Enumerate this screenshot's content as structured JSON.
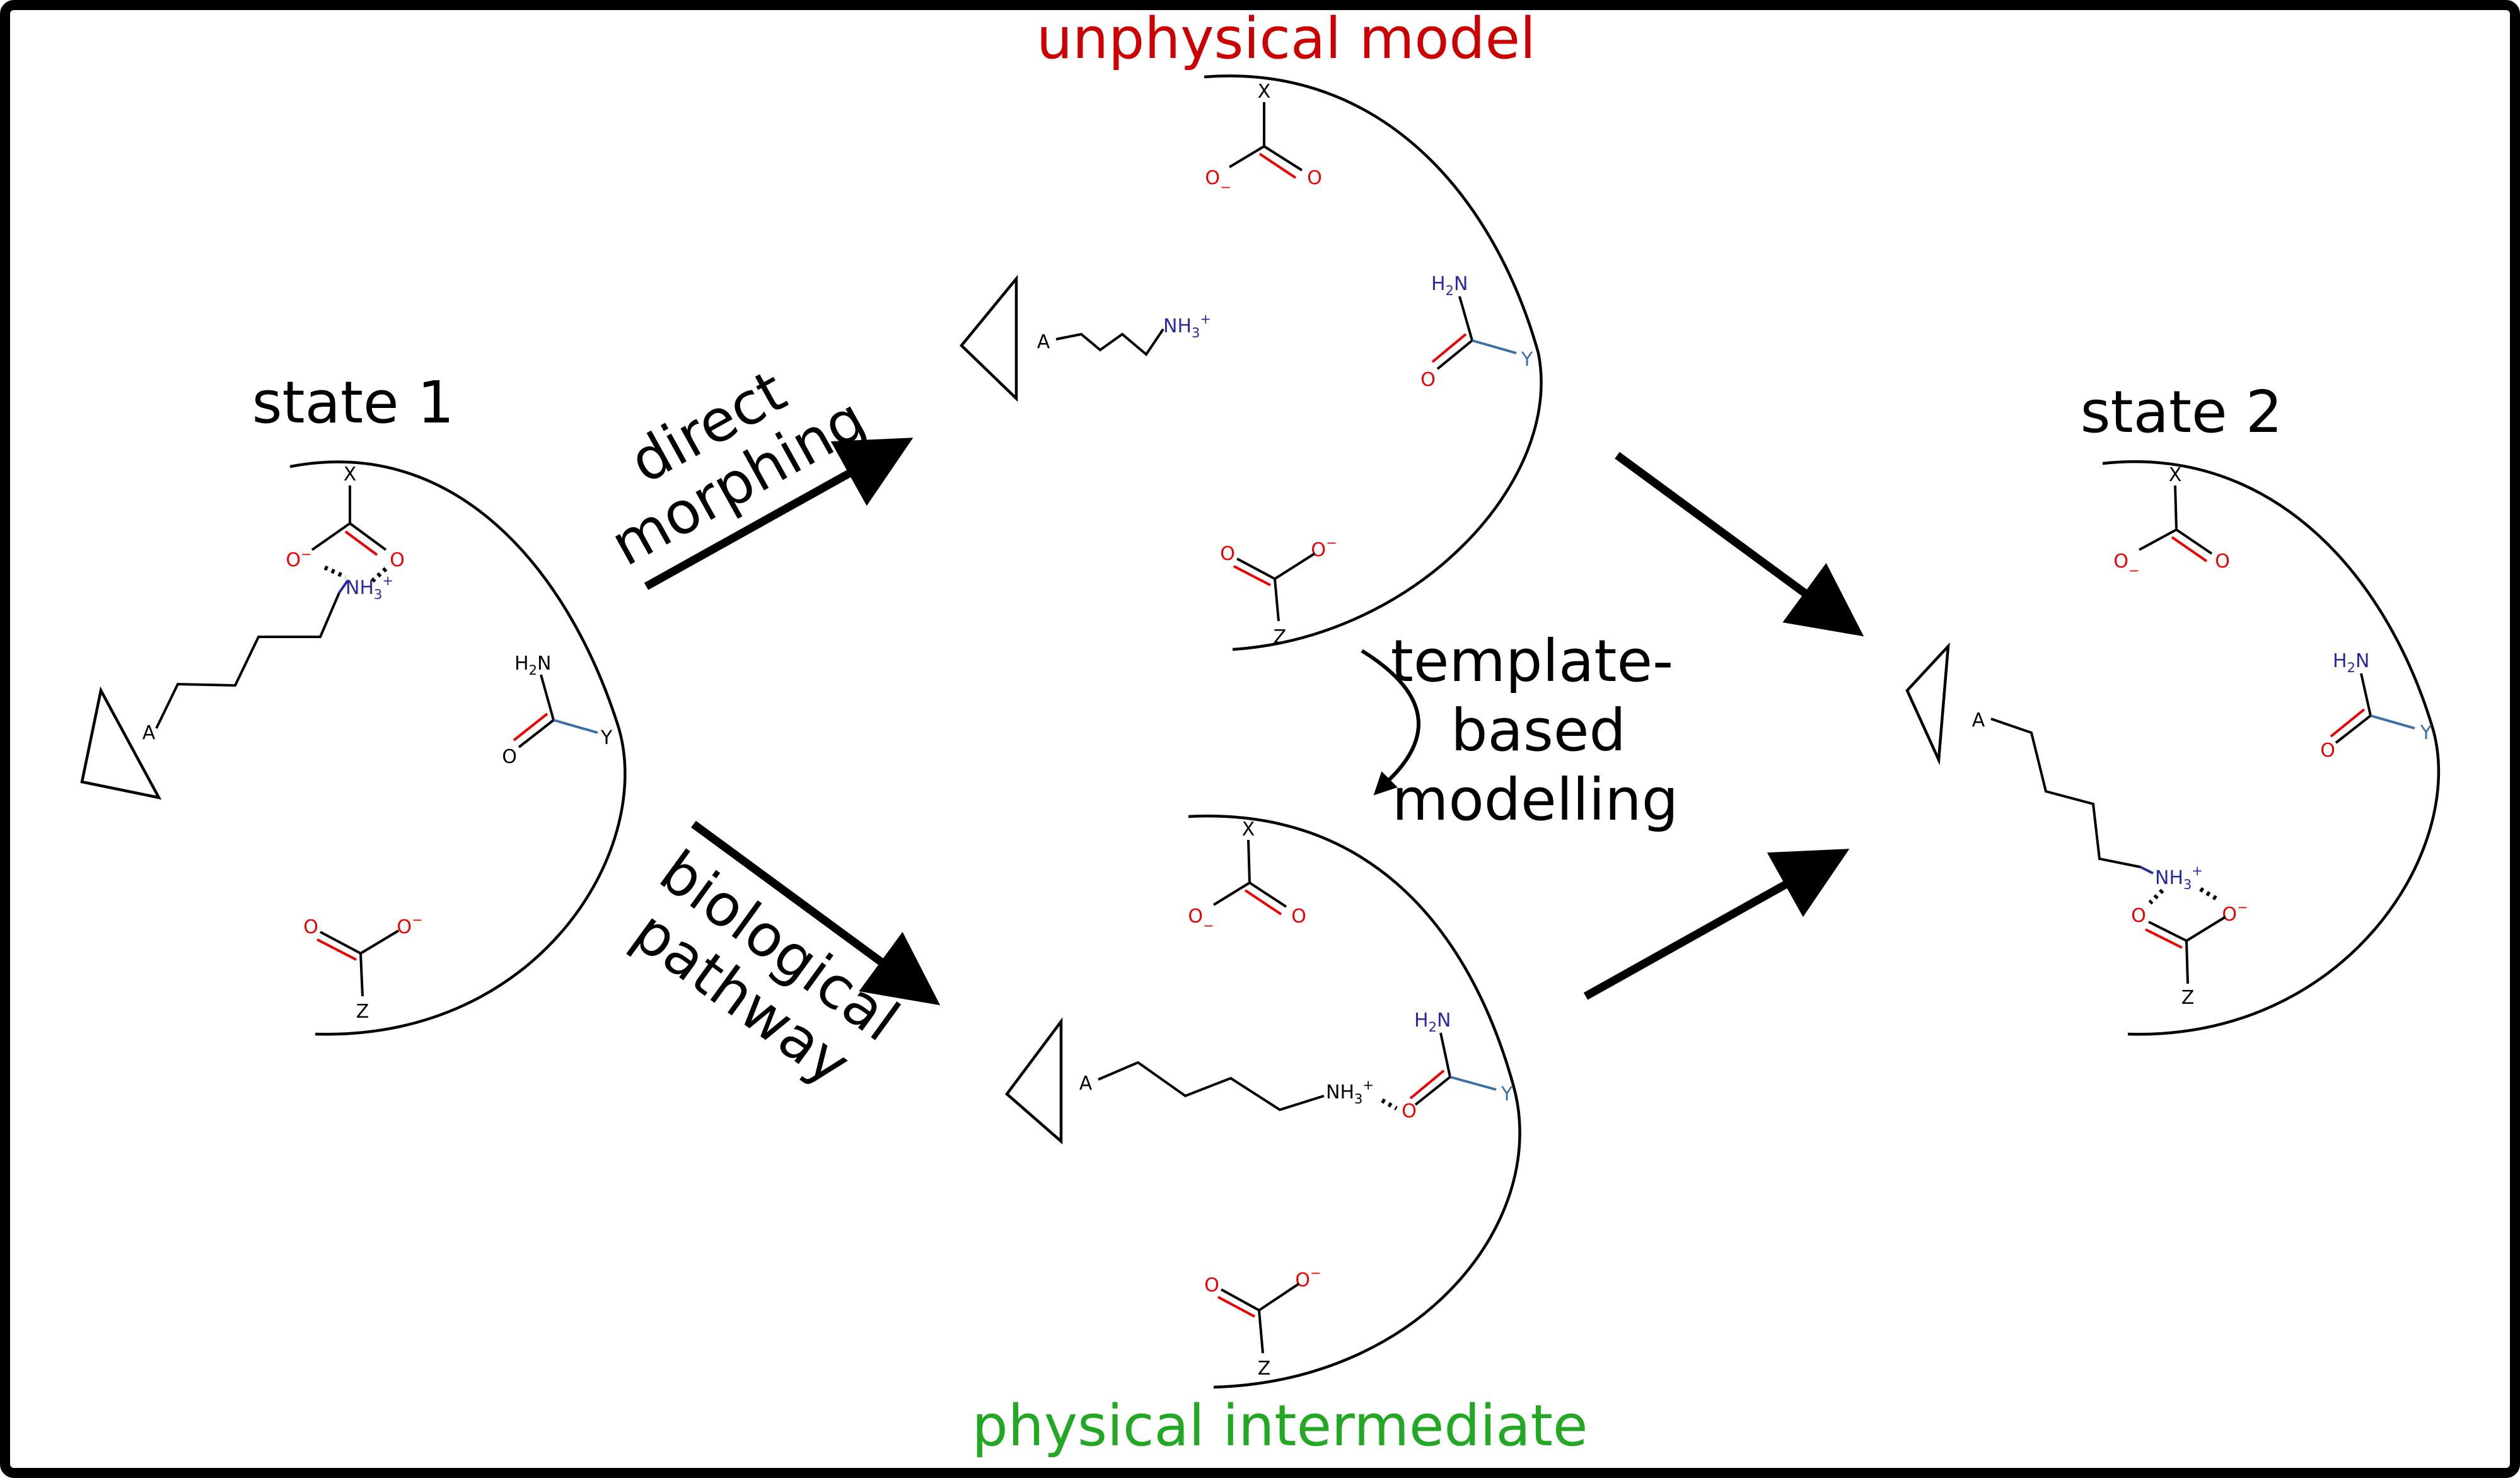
{
  "colors": {
    "frame": "#000000",
    "unphysical": "#cc0000",
    "physical": "#22a822",
    "oxygen": "#ee0000",
    "nitrogen": "#2a2aa0",
    "amide_y": "#3a70a8"
  },
  "titles": {
    "unphysical": "unphysical model",
    "physical": "physical intermediate"
  },
  "states": {
    "state1": "state 1",
    "state2": "state 2"
  },
  "arrows": {
    "direct_line1": "direct",
    "direct_line2": "morphing",
    "bio_line1": "biological",
    "bio_line2": "pathway",
    "template_line1": "template-",
    "template_line2": "based",
    "template_line3": "modelling"
  },
  "atoms": {
    "X": "X",
    "Y": "Y",
    "Z": "Z",
    "A": "A",
    "O": "O",
    "N": "N",
    "H": "H",
    "NH": "NH",
    "sub3": "3",
    "sub2": "2",
    "plus": "+",
    "minus": "−"
  }
}
